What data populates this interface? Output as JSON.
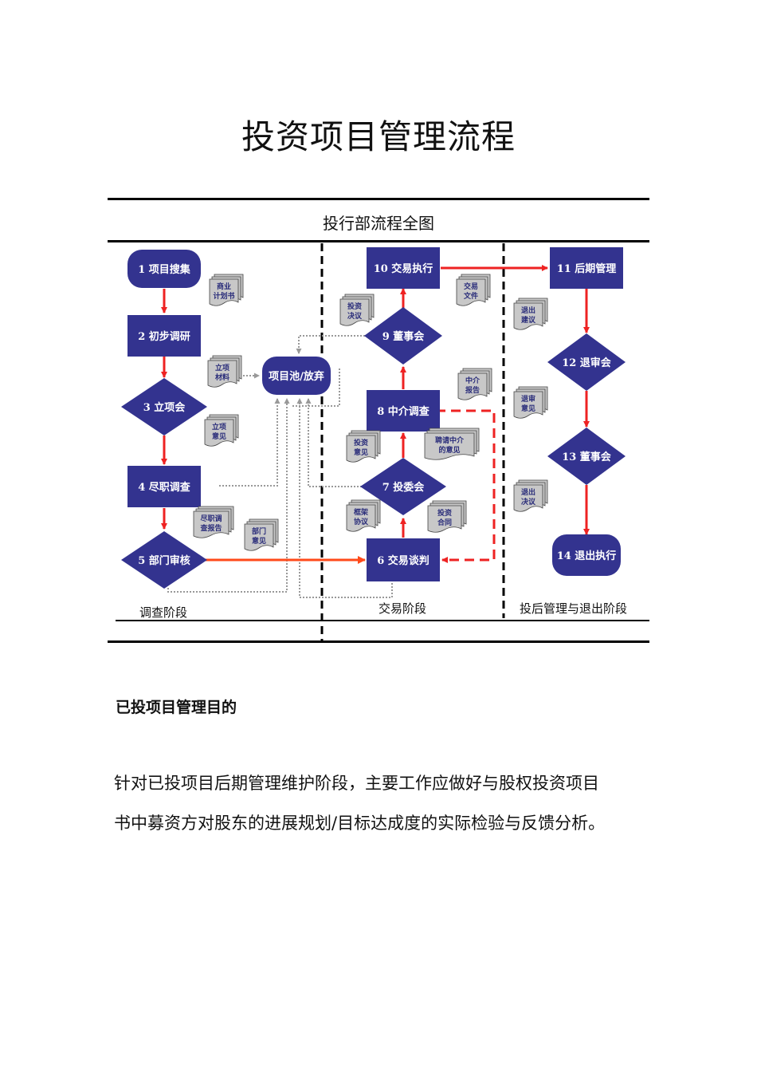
{
  "page_title": "投资项目管理流程",
  "diagram": {
    "title": "投行部流程全图",
    "colors": {
      "node_fill": "#33338f",
      "main_arrow": "#ee2222",
      "dotted_arrow": "#999999",
      "doc_fill": "#c8c8c8",
      "doc_text": "#2a2d7a"
    },
    "stages": [
      {
        "id": "research",
        "label": "调查阶段"
      },
      {
        "id": "trade",
        "label": "交易阶段"
      },
      {
        "id": "post",
        "label": "投后管理与退出阶段"
      }
    ],
    "nodes": [
      {
        "id": "n1",
        "label": "1 项目搜集",
        "shape": "terminal"
      },
      {
        "id": "n2",
        "label": "2 初步调研",
        "shape": "process"
      },
      {
        "id": "n3",
        "label": "3 立项会",
        "shape": "decision"
      },
      {
        "id": "n4",
        "label": "4 尽职调查",
        "shape": "process"
      },
      {
        "id": "n5",
        "label": "5 部门审核",
        "shape": "decision"
      },
      {
        "id": "n6",
        "label": "6 交易谈判",
        "shape": "process"
      },
      {
        "id": "n7",
        "label": "7 投委会",
        "shape": "decision"
      },
      {
        "id": "n8",
        "label": "8 中介调查",
        "shape": "process"
      },
      {
        "id": "n9",
        "label": "9 董事会",
        "shape": "decision"
      },
      {
        "id": "n10",
        "label": "10 交易执行",
        "shape": "process"
      },
      {
        "id": "n11",
        "label": "11 后期管理",
        "shape": "process"
      },
      {
        "id": "n12",
        "label": "12 退审会",
        "shape": "decision"
      },
      {
        "id": "n13",
        "label": "13 董事会",
        "shape": "decision"
      },
      {
        "id": "n14",
        "label": "14 退出执行",
        "shape": "terminal"
      },
      {
        "id": "pool",
        "label": "项目池/放弃",
        "shape": "terminal"
      }
    ],
    "documents": [
      {
        "id": "d1",
        "lines": [
          "商业",
          "计划书"
        ]
      },
      {
        "id": "d2",
        "lines": [
          "立项",
          "材料"
        ]
      },
      {
        "id": "d3",
        "lines": [
          "立项",
          "意见"
        ]
      },
      {
        "id": "d4",
        "lines": [
          "尽职调",
          "查报告"
        ]
      },
      {
        "id": "d5",
        "lines": [
          "部门",
          "意见"
        ]
      },
      {
        "id": "d6",
        "lines": [
          "框架",
          "协议"
        ]
      },
      {
        "id": "d7",
        "lines": [
          "投资",
          "合同"
        ]
      },
      {
        "id": "d8",
        "lines": [
          "投资",
          "意见"
        ]
      },
      {
        "id": "d9",
        "lines": [
          "聘请中介",
          "的意见"
        ]
      },
      {
        "id": "d10",
        "lines": [
          "中介",
          "报告"
        ]
      },
      {
        "id": "d11",
        "lines": [
          "投资",
          "决议"
        ]
      },
      {
        "id": "d12",
        "lines": [
          "交易",
          "文件"
        ]
      },
      {
        "id": "d13",
        "lines": [
          "退出",
          "建议"
        ]
      },
      {
        "id": "d14",
        "lines": [
          "退审",
          "意见"
        ]
      },
      {
        "id": "d15",
        "lines": [
          "退出",
          "决议"
        ]
      }
    ]
  },
  "section": {
    "heading": "已投项目管理目的",
    "paragraph_lines": [
      "针对已投项目后期管理维护阶段，主要工作应做好与股权投资项目",
      "书中募资方对股东的进展规划/目标达成度的实际检验与反馈分析。"
    ]
  }
}
